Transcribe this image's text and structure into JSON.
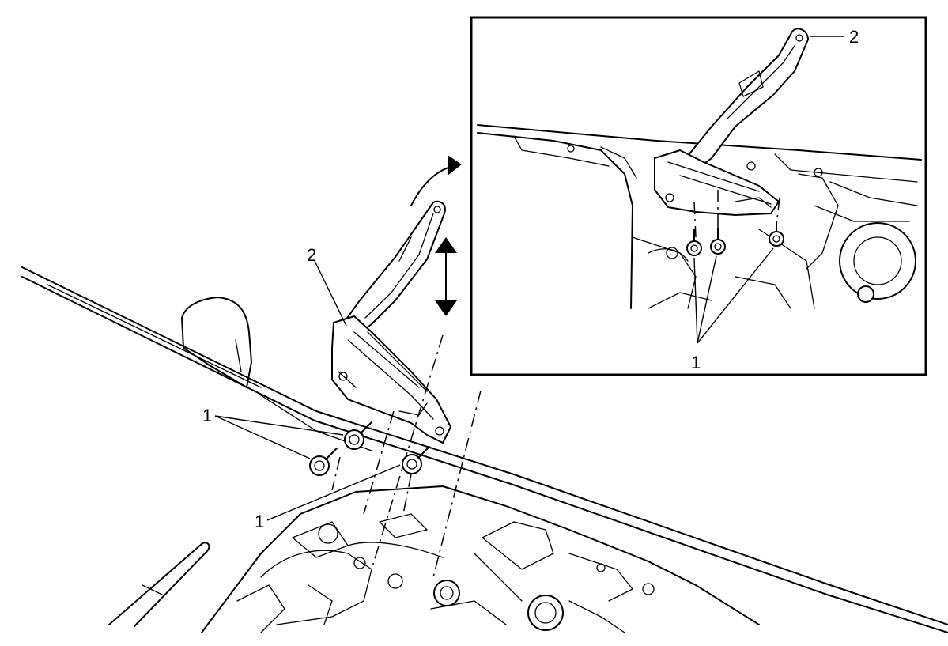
{
  "callouts": {
    "main_fasteners_upper": "1",
    "main_fasteners_lower": "1",
    "main_hinge": "2",
    "inset_hinge": "2",
    "inset_fasteners": "1"
  }
}
